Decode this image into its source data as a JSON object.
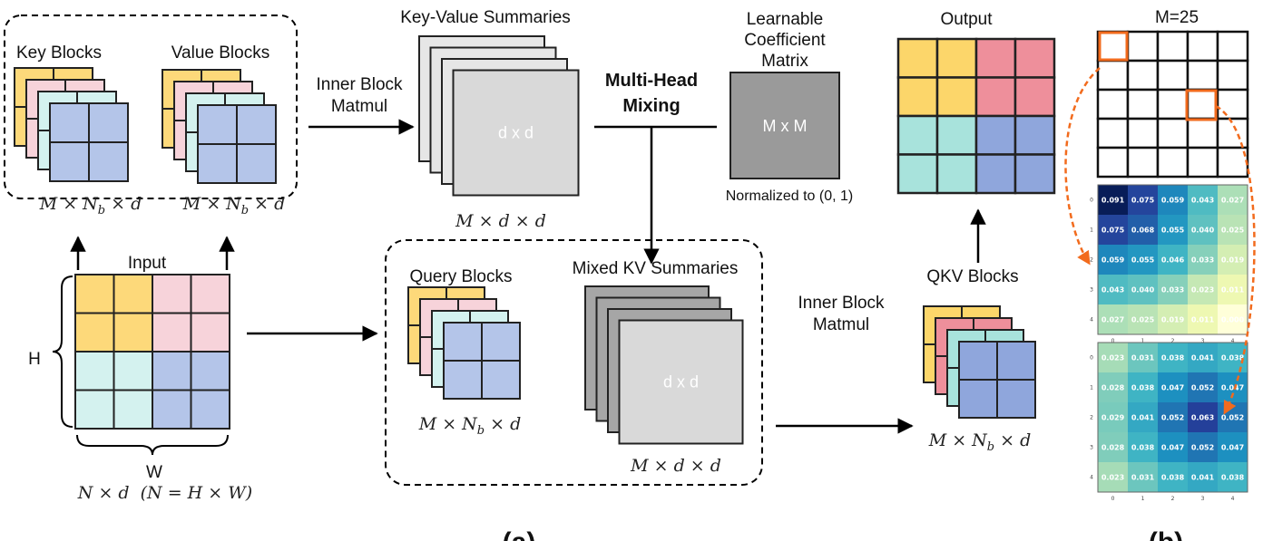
{
  "panel_a": {
    "key_blocks": "Key Blocks",
    "value_blocks": "Value Blocks",
    "blocks_shape": {
      "pre": "M × N",
      "sub": "b",
      "post": " × d"
    },
    "input": "Input",
    "h_label": "H",
    "w_label": "W",
    "input_shape": "N × d  (N = H × W)",
    "inner_block_matmul_1": [
      "Inner Block",
      "Matmul"
    ],
    "kv_summaries": "Key-Value Summaries",
    "dxd": "d x d",
    "kv_shape": "M × d × d",
    "multi_head_mixing": [
      "Multi-Head",
      "Mixing"
    ],
    "coef_title": [
      "Learnable",
      "Coefficient",
      "Matrix"
    ],
    "mxm": "M x M",
    "normalized": "Normalized to (0, 1)",
    "query_blocks": "Query Blocks",
    "mixed_kv": "Mixed KV Summaries",
    "inner_block_matmul_2": [
      "Inner Block",
      "Matmul"
    ],
    "qkv_blocks": "QKV Blocks",
    "output": "Output",
    "caption": "(a)"
  },
  "panel_b": {
    "title": "M=25",
    "caption": "(b)",
    "ticks": [
      "0",
      "1",
      "2",
      "3",
      "4"
    ],
    "heatmap_top": [
      [
        "0.091",
        "0.075",
        "0.059",
        "0.043",
        "0.027"
      ],
      [
        "0.075",
        "0.068",
        "0.055",
        "0.040",
        "0.025"
      ],
      [
        "0.059",
        "0.055",
        "0.046",
        "0.033",
        "0.019"
      ],
      [
        "0.043",
        "0.040",
        "0.033",
        "0.023",
        "0.011"
      ],
      [
        "0.027",
        "0.025",
        "0.019",
        "0.011",
        "0.000"
      ]
    ],
    "heatmap_bottom": [
      [
        "0.023",
        "0.031",
        "0.038",
        "0.041",
        "0.038"
      ],
      [
        "0.028",
        "0.038",
        "0.047",
        "0.052",
        "0.047"
      ],
      [
        "0.029",
        "0.041",
        "0.052",
        "0.063",
        "0.052"
      ],
      [
        "0.028",
        "0.038",
        "0.047",
        "0.052",
        "0.047"
      ],
      [
        "0.023",
        "0.031",
        "0.038",
        "0.041",
        "0.038"
      ]
    ]
  },
  "colors": {
    "yellow": "#fdd97a",
    "pink": "#f7d3da",
    "cyan": "#d4f2ef",
    "blue": "#b4c5e9",
    "out_yellow": "#fcd66a",
    "out_pink": "#ee8f9b",
    "out_cyan": "#a8e3dc",
    "out_blue": "#8fa6dc",
    "highlight": "#f26b1d",
    "summary_gray": "#d9d9d9",
    "coef_gray": "#9a9a9a",
    "mixed_gray": "#a6a6a6"
  }
}
